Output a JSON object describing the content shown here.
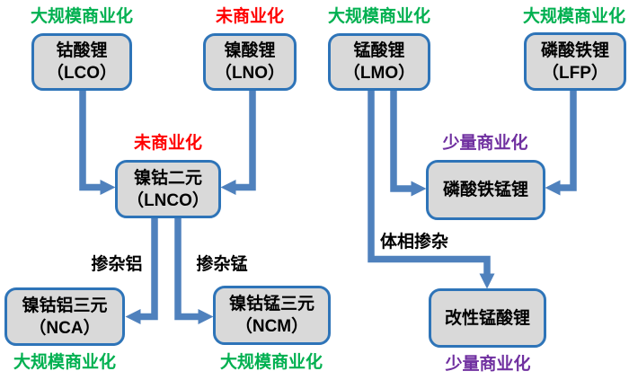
{
  "diagram": {
    "description": "Lithium battery cathode material derivation flowchart",
    "colors": {
      "box_fill": "#d9d9d9",
      "box_border": "#2e74b8",
      "arrow": "#4f81bd",
      "status_mass_commercial": "#00b050",
      "status_not_commercial": "#ff0000",
      "status_small_commercial": "#7030a0",
      "label_text": "#000000"
    },
    "nodes": {
      "lco": {
        "name": "钴酸锂",
        "code": "（LCO）",
        "status": "大规模商业化",
        "status_color": "#00b050"
      },
      "lno": {
        "name": "镍酸锂",
        "code": "（LNO）",
        "status": "未商业化",
        "status_color": "#ff0000"
      },
      "lmo": {
        "name": "锰酸锂",
        "code": "（LMO）",
        "status": "大规模商业化",
        "status_color": "#00b050"
      },
      "lfp": {
        "name": "磷酸铁锂",
        "code": "（LFP）",
        "status": "大规模商业化",
        "status_color": "#00b050"
      },
      "lnco": {
        "name": "镍钴二元",
        "code": "（LNCO）",
        "status": "未商业化",
        "status_color": "#ff0000"
      },
      "lfmp": {
        "name": "磷酸铁锰锂",
        "status": "少量商业化",
        "status_color": "#7030a0"
      },
      "nca": {
        "name": "镍钴铝三元",
        "code": "（NCA）",
        "status": "大规模商业化",
        "status_color": "#00b050"
      },
      "ncm": {
        "name": "镍钴锰三元",
        "code": "（NCM）",
        "status": "大规模商业化",
        "status_color": "#00b050"
      },
      "mlmo": {
        "name": "改性锰酸锂",
        "status": "少量商业化",
        "status_color": "#7030a0"
      }
    },
    "edge_labels": {
      "doped_al": "掺杂铝",
      "doped_mn": "掺杂锰",
      "bulk_doping": "体相掺杂"
    },
    "edges": [
      {
        "from": "lco",
        "to": "lnco"
      },
      {
        "from": "lno",
        "to": "lnco"
      },
      {
        "from": "lmo",
        "to": "lfmp"
      },
      {
        "from": "lfp",
        "to": "lfmp"
      },
      {
        "from": "lnco",
        "to": "nca",
        "label": "掺杂铝"
      },
      {
        "from": "lnco",
        "to": "ncm",
        "label": "掺杂锰"
      },
      {
        "from": "lmo",
        "to": "mlmo",
        "label": "体相掺杂"
      }
    ]
  }
}
